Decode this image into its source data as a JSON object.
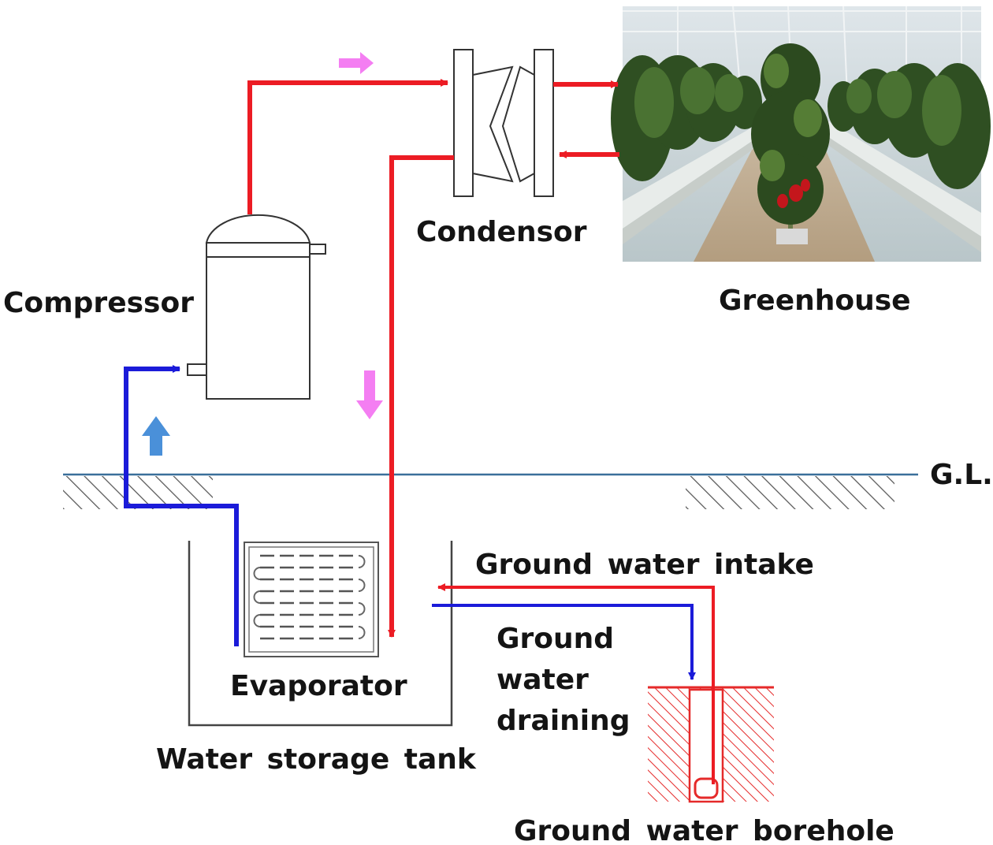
{
  "labels": {
    "compressor": "Compressor",
    "condensor": "Condensor",
    "greenhouse": "Greenhouse",
    "ground_level": "G.L.",
    "ground_water_intake": "Ground water intake",
    "ground_water_draining": [
      "Ground",
      "water",
      "draining"
    ],
    "evaporator": "Evaporator",
    "water_storage_tank": "Water storage tank",
    "ground_water_borehole": "Ground water borehole"
  },
  "greenhouse_photo": {
    "description_icon": "greenhouse-pepper-plants-photo"
  },
  "colors": {
    "hot_pipe": "#ec1c24",
    "cold_pipe": "#1b1bd9",
    "flow_arrow_hot": "#f47ef2",
    "flow_arrow_cold": "#4a90d9",
    "ground_line": "#3a6f9a",
    "hatch": "#555555",
    "borehole_hatch": "#e52a2a",
    "outline": "#444444"
  }
}
